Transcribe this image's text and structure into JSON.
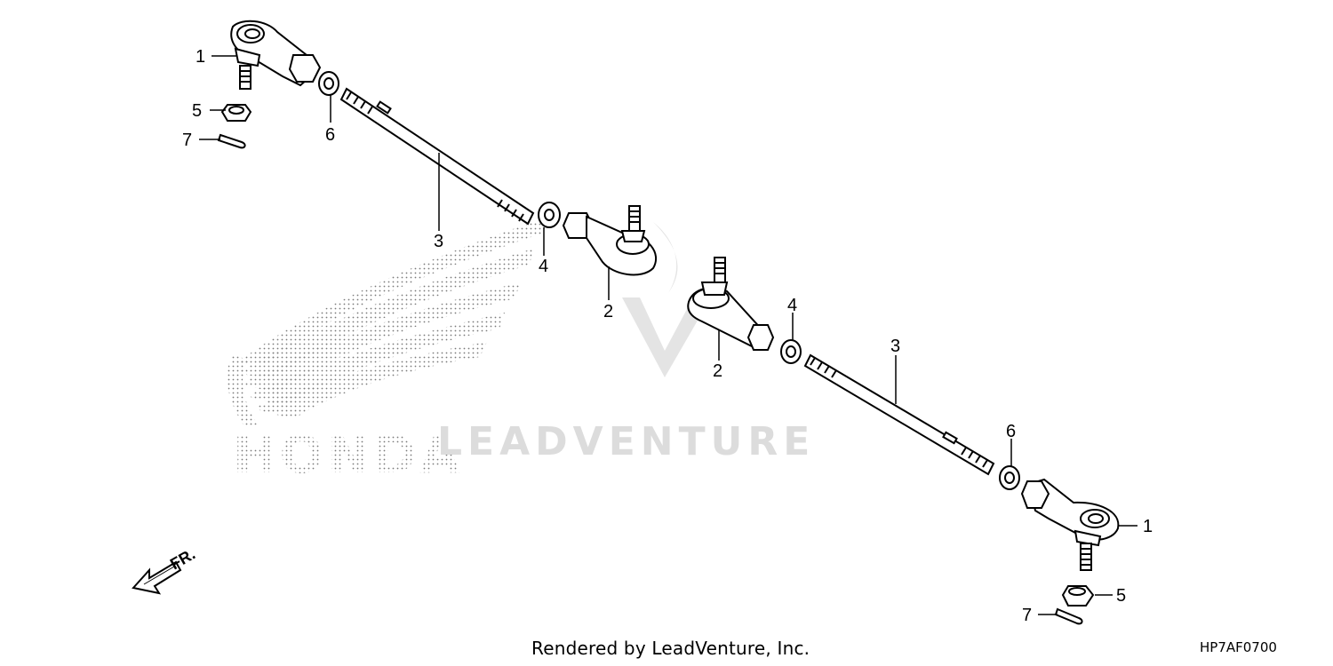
{
  "brand_logo_text": "HONDA",
  "watermark_text": "LEADVENTURE",
  "front_arrow_label": "FR.",
  "callouts": {
    "tie_rod_end_left": "1",
    "tie_rod_end_right": "1",
    "ball_joint_inner_left": "2",
    "ball_joint_inner_right": "2",
    "tie_rod_left": "3",
    "tie_rod_right": "3",
    "lock_nut_left": "4",
    "lock_nut_right": "4",
    "castle_nut_left": "5",
    "castle_nut_right": "5",
    "washer_left": "6",
    "washer_right": "6",
    "cotter_pin_left": "7",
    "cotter_pin_right": "7"
  },
  "footer": {
    "render_credit": "Rendered by LeadVenture, Inc.",
    "diagram_code": "HP7AF0700"
  }
}
